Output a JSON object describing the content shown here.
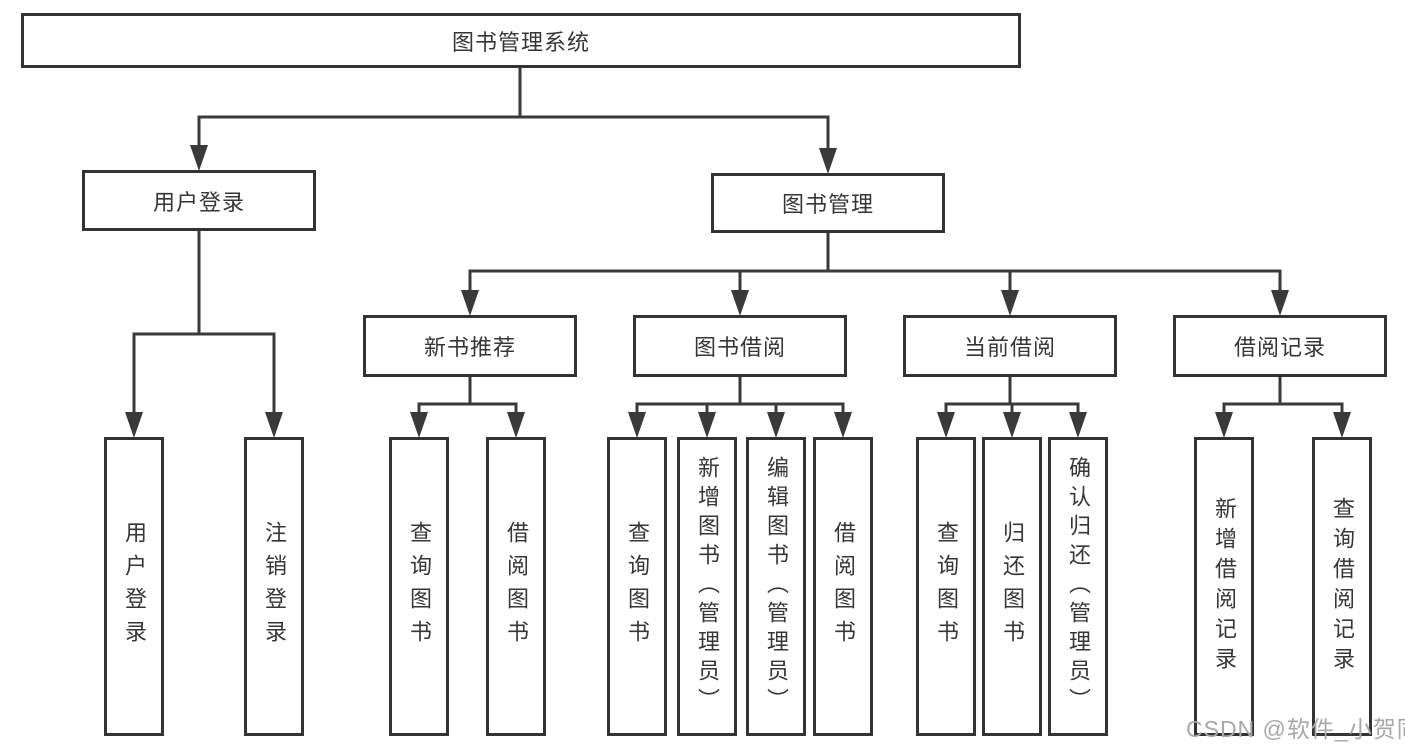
{
  "diagram": {
    "root": "图书管理系统",
    "branches": [
      {
        "label": "用户登录",
        "children": [
          "用户登录",
          "注销登录"
        ]
      },
      {
        "label": "图书管理",
        "children": [
          {
            "label": "新书推荐",
            "children": [
              "查询图书",
              "借阅图书"
            ]
          },
          {
            "label": "图书借阅",
            "children": [
              "查询图书",
              "新增图书（管理员）",
              "编辑图书（管理员）",
              "借阅图书"
            ]
          },
          {
            "label": "当前借阅",
            "children": [
              "查询图书",
              "归还图书",
              "确认归还（管理员）"
            ]
          },
          {
            "label": "借阅记录",
            "children": [
              "新增借阅记录",
              "查询借阅记录"
            ]
          }
        ]
      }
    ]
  },
  "watermark": "CSDN @软件_小贺同学",
  "colors": {
    "line": "#3a3a3a",
    "box_border": "#333333",
    "text": "#363636",
    "watermark": "#a8a8a8",
    "background": "#ffffff"
  }
}
